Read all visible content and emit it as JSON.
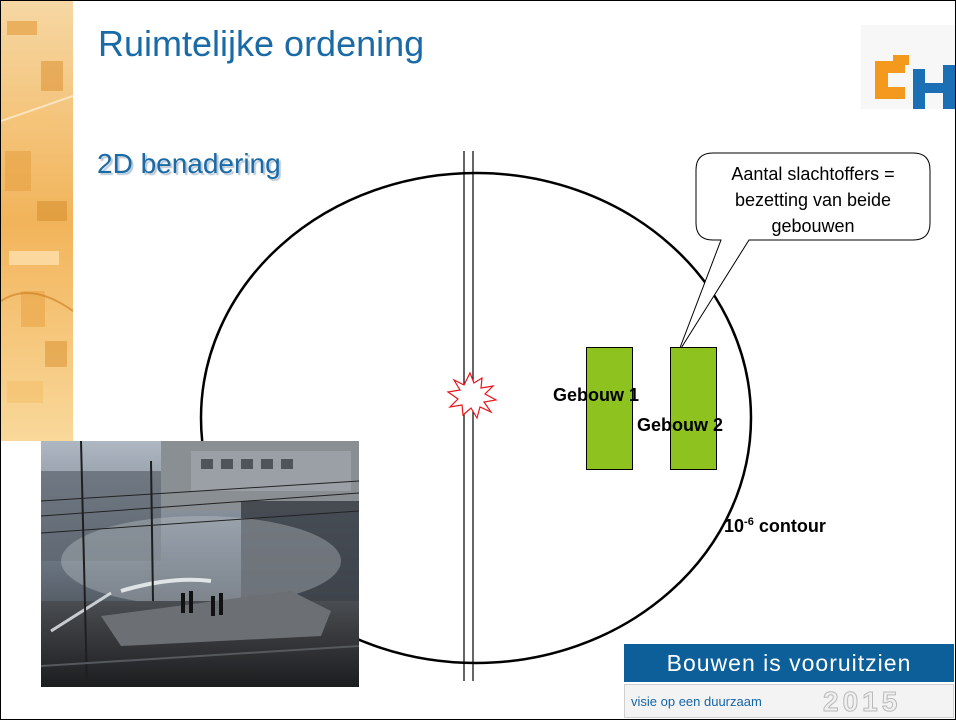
{
  "slide": {
    "title": "Ruimtelijke ordening",
    "subtitle": "2D benadering"
  },
  "logo": {
    "icon": "ch-logo-icon",
    "colors": {
      "orange": "#f39a1e",
      "blue": "#1b6fb5"
    }
  },
  "diagram": {
    "callout": "Aantal slachtoffers = bezetting van beide gebouwen",
    "buildings": [
      {
        "label": "Gebouw 1"
      },
      {
        "label": "Gebouw 2"
      }
    ],
    "contour": {
      "base": "10",
      "exponent": "-6",
      "suffix": "contour"
    },
    "colors": {
      "building": "#8ec21f",
      "explosion": "#e8141b",
      "text": "#1a6aa6"
    }
  },
  "photo": {
    "icon": "train-fire-photo"
  },
  "banner": {
    "main": "Bouwen is vooruitzien",
    "sub": "visie op een duurzaam",
    "year": "2015"
  }
}
